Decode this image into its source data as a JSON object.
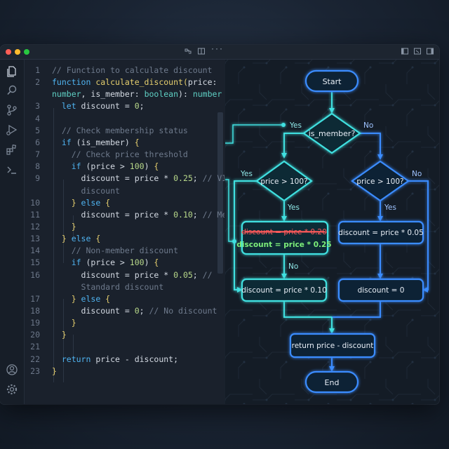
{
  "window": {
    "titlebar_icons": [
      "split-editor-icon",
      "layout-icon",
      "more-icon"
    ],
    "right_icons": [
      "panel-left-icon",
      "panel-bottom-icon",
      "panel-right-icon"
    ]
  },
  "activity_bar": {
    "items": [
      "files-icon",
      "search-icon",
      "source-control-icon",
      "run-debug-icon",
      "extensions-icon",
      "terminal-icon"
    ],
    "bottom": [
      "account-icon",
      "settings-icon"
    ]
  },
  "editor": {
    "lines": [
      {
        "n": "1",
        "segments": [
          {
            "t": "// Function to calculate discount",
            "c": "cm"
          }
        ]
      },
      {
        "n": "2",
        "segments": [
          {
            "t": "function ",
            "c": "kw"
          },
          {
            "t": "calculate_discount",
            "c": "fn"
          },
          {
            "t": "(",
            "c": "br"
          },
          {
            "t": "price:",
            "c": "tx"
          }
        ]
      },
      {
        "n": "",
        "segments": [
          {
            "t": "number",
            "c": "ty"
          },
          {
            "t": ", is_member: ",
            "c": "tx"
          },
          {
            "t": "boolean",
            "c": "ty"
          },
          {
            "t": "): ",
            "c": "tx"
          },
          {
            "t": "number",
            "c": "ty"
          },
          {
            "t": " {",
            "c": "br"
          }
        ]
      },
      {
        "n": "3",
        "segments": [
          {
            "t": "  let ",
            "c": "kw"
          },
          {
            "t": "discount = ",
            "c": "tx"
          },
          {
            "t": "0",
            "c": "nu"
          },
          {
            "t": ";",
            "c": "tx"
          }
        ]
      },
      {
        "n": "4",
        "segments": []
      },
      {
        "n": "5",
        "segments": [
          {
            "t": "  // Check membership status",
            "c": "cm"
          }
        ]
      },
      {
        "n": "6",
        "segments": [
          {
            "t": "  if ",
            "c": "kw"
          },
          {
            "t": "(is_member) ",
            "c": "tx"
          },
          {
            "t": "{",
            "c": "br"
          }
        ]
      },
      {
        "n": "7",
        "segments": [
          {
            "t": "    // Check price threshold",
            "c": "cm"
          }
        ]
      },
      {
        "n": "8",
        "segments": [
          {
            "t": "    if ",
            "c": "kw"
          },
          {
            "t": "(price > ",
            "c": "tx"
          },
          {
            "t": "100",
            "c": "nu"
          },
          {
            "t": ") ",
            "c": "tx"
          },
          {
            "t": "{",
            "c": "br"
          }
        ]
      },
      {
        "n": "9",
        "segments": [
          {
            "t": "      discount = price * ",
            "c": "tx"
          },
          {
            "t": "0.25",
            "c": "nu"
          },
          {
            "t": "; ",
            "c": "tx"
          },
          {
            "t": "// VIP",
            "c": "cm"
          }
        ]
      },
      {
        "n": "",
        "segments": [
          {
            "t": "      discount",
            "c": "cm"
          }
        ]
      },
      {
        "n": "10",
        "segments": [
          {
            "t": "    } ",
            "c": "br"
          },
          {
            "t": "else ",
            "c": "kw"
          },
          {
            "t": "{",
            "c": "br"
          }
        ]
      },
      {
        "n": "11",
        "segments": [
          {
            "t": "      discount = price * ",
            "c": "tx"
          },
          {
            "t": "0.10",
            "c": "nu"
          },
          {
            "t": "; ",
            "c": "tx"
          },
          {
            "t": "// Member",
            "c": "cm"
          }
        ]
      },
      {
        "n": "12",
        "segments": [
          {
            "t": "    }",
            "c": "br"
          }
        ]
      },
      {
        "n": "13",
        "segments": [
          {
            "t": "  } ",
            "c": "br"
          },
          {
            "t": "else ",
            "c": "kw"
          },
          {
            "t": "{",
            "c": "br"
          }
        ]
      },
      {
        "n": "14",
        "segments": [
          {
            "t": "    // Non-member discount",
            "c": "cm"
          }
        ]
      },
      {
        "n": "15",
        "segments": [
          {
            "t": "    if ",
            "c": "kw"
          },
          {
            "t": "(price > ",
            "c": "tx"
          },
          {
            "t": "100",
            "c": "nu"
          },
          {
            "t": ") ",
            "c": "tx"
          },
          {
            "t": "{",
            "c": "br"
          }
        ]
      },
      {
        "n": "16",
        "segments": [
          {
            "t": "      discount = price * ",
            "c": "tx"
          },
          {
            "t": "0.05",
            "c": "nu"
          },
          {
            "t": "; ",
            "c": "tx"
          },
          {
            "t": "//",
            "c": "cm"
          }
        ]
      },
      {
        "n": "",
        "segments": [
          {
            "t": "      Standard discount",
            "c": "cm"
          }
        ]
      },
      {
        "n": "17",
        "segments": [
          {
            "t": "    } ",
            "c": "br"
          },
          {
            "t": "else ",
            "c": "kw"
          },
          {
            "t": "{",
            "c": "br"
          }
        ]
      },
      {
        "n": "18",
        "segments": [
          {
            "t": "      discount = ",
            "c": "tx"
          },
          {
            "t": "0",
            "c": "nu"
          },
          {
            "t": "; ",
            "c": "tx"
          },
          {
            "t": "// No discount",
            "c": "cm"
          }
        ]
      },
      {
        "n": "19",
        "segments": [
          {
            "t": "    }",
            "c": "br"
          }
        ]
      },
      {
        "n": "20",
        "segments": [
          {
            "t": "  }",
            "c": "br"
          }
        ]
      },
      {
        "n": "21",
        "segments": []
      },
      {
        "n": "22",
        "segments": [
          {
            "t": "  return ",
            "c": "kw"
          },
          {
            "t": "price - discount;",
            "c": "tx"
          }
        ]
      },
      {
        "n": "23",
        "segments": [
          {
            "t": "}",
            "c": "br"
          }
        ]
      }
    ]
  },
  "flowchart": {
    "start": "Start",
    "member_decision": "is_member?",
    "yes": "Yes",
    "no": "No",
    "price_decision": "price > 100?",
    "vip_old": "discount = price * 0.20",
    "vip_new": "discount = price * 0.25",
    "member_discount": "discount = price * 0.10",
    "standard_discount": "discount = price * 0.05",
    "no_discount": "discount = 0",
    "return": "return price - discount",
    "end": "End"
  },
  "colors": {
    "keyword": "#4fb3f0",
    "function": "#e6cf6e",
    "type": "#5fd0c4",
    "comment": "#6e7a8c",
    "number": "#b8d98a",
    "cyan_glow": "#3fe0e0",
    "blue_glow": "#3a8cff",
    "green_text": "#7df07a",
    "red_text": "#ff5a5a",
    "close": "#ff5f57",
    "minimize": "#febc2e",
    "maximize": "#28c840"
  }
}
